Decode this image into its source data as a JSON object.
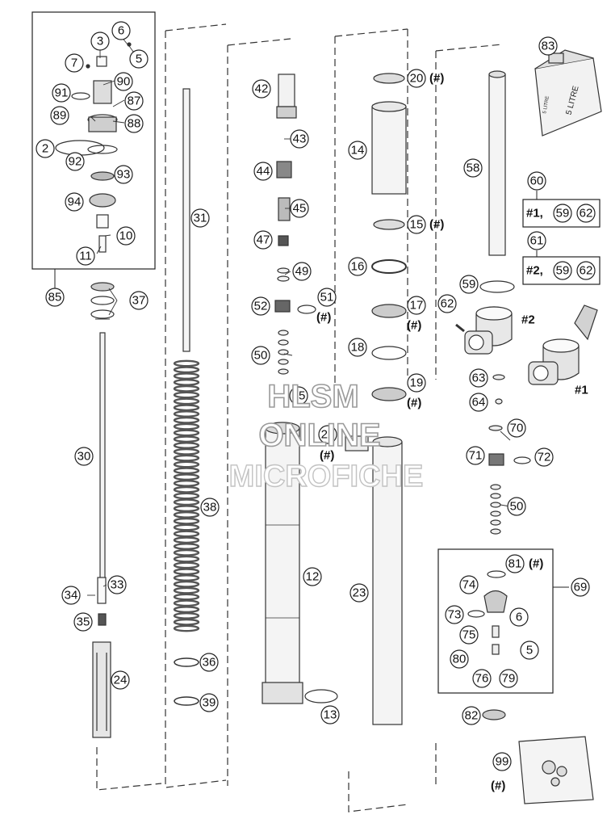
{
  "watermark": {
    "line1": "HLSM",
    "line2": "ONLINE",
    "line3": "MICROFICHE"
  },
  "can_label": {
    "side": "5 LITRE",
    "side_small": "5 LITRE"
  },
  "callouts": {
    "c2": "2",
    "c3": "3",
    "c5": "5",
    "c5b": "5",
    "c6": "6",
    "c6b": "6",
    "c7": "7",
    "c10": "10",
    "c11": "11",
    "c12": "12",
    "c13": "13",
    "c14": "14",
    "c15": "15",
    "c16": "16",
    "c17": "17",
    "c18": "18",
    "c19": "19",
    "c20": "20",
    "c22": "22",
    "c23": "23",
    "c24": "24",
    "c30": "30",
    "c31": "31",
    "c33": "33",
    "c34": "34",
    "c35": "35",
    "c36": "36",
    "c37": "37",
    "c38": "38",
    "c39": "39",
    "c42": "42",
    "c43": "43",
    "c44": "44",
    "c45": "45",
    "c47": "47",
    "c49": "49",
    "c50": "50",
    "c50b": "50",
    "c51": "51",
    "c52": "52",
    "c55": "55",
    "c58": "58",
    "c59": "59",
    "c60": "60",
    "c61": "61",
    "c62": "62",
    "c63": "63",
    "c64": "64",
    "c69": "69",
    "c70": "70",
    "c71": "71",
    "c72": "72",
    "c73": "73",
    "c74": "74",
    "c75": "75",
    "c76": "76",
    "c79": "79",
    "c80": "80",
    "c81": "81",
    "c82": "82",
    "c83": "83",
    "c85": "85",
    "c87": "87",
    "c88": "88",
    "c89": "89",
    "c90": "90",
    "c91": "91",
    "c92": "92",
    "c93": "93",
    "c94": "94",
    "c99": "99"
  },
  "hash_note": "(#)",
  "kit_boxes": {
    "kit1": {
      "prefix": "#1,",
      "a": "59",
      "b": "62"
    },
    "kit2": {
      "prefix": "#2,",
      "a": "59",
      "b": "62"
    }
  },
  "clamp_tags": {
    "t1": "#1",
    "t2": "#2"
  }
}
